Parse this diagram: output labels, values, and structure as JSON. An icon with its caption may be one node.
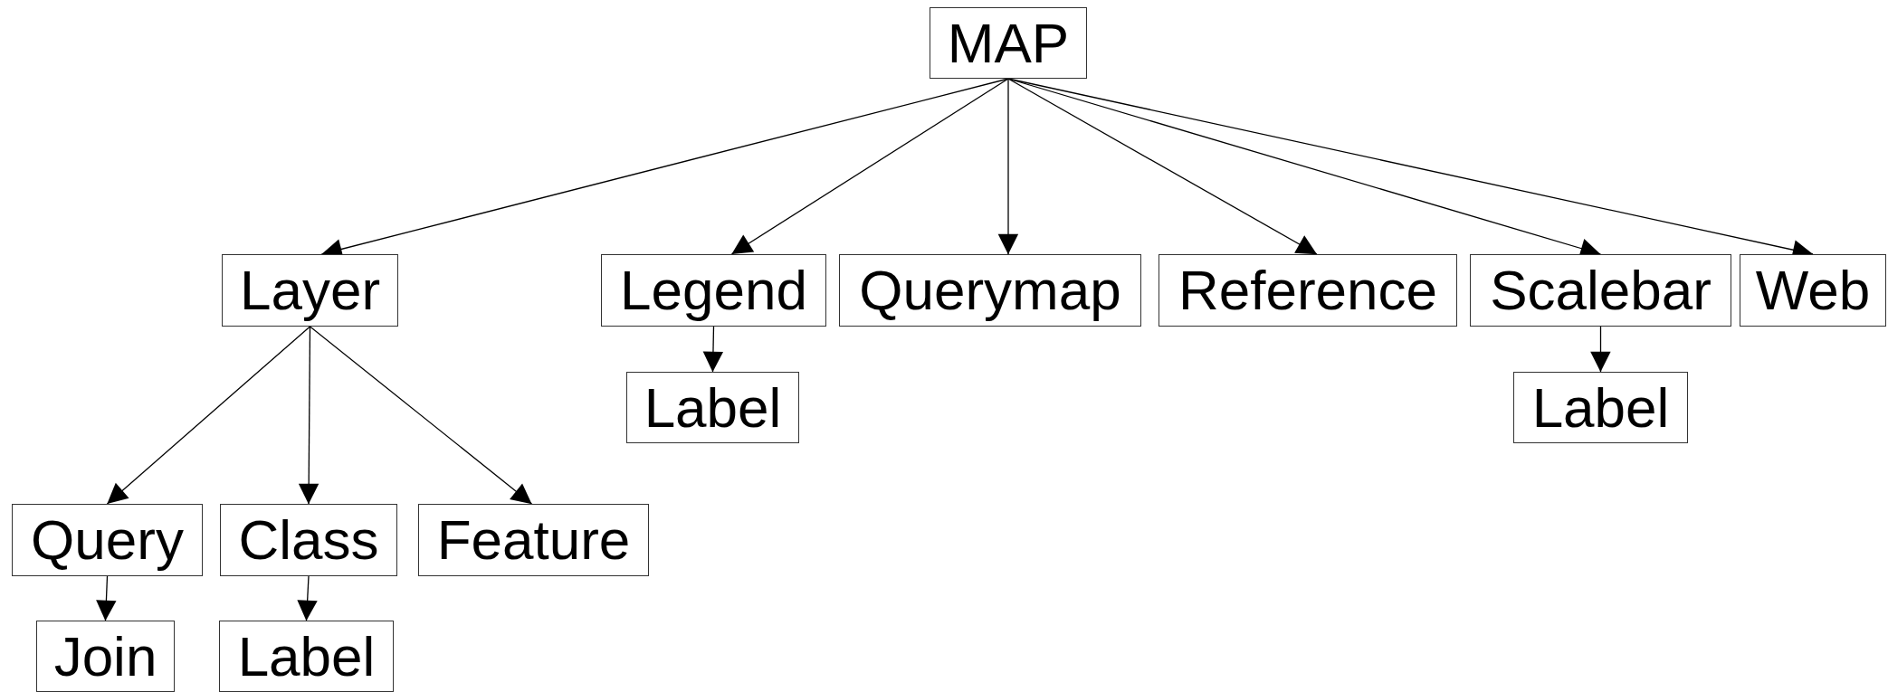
{
  "diagram": {
    "nodes": [
      {
        "text": [
          "MAP"
        ]
      },
      {
        "text": [
          "Layer"
        ]
      },
      {
        "text": [
          "Legend"
        ]
      },
      {
        "text": [
          "Querymap"
        ]
      },
      {
        "text": [
          "Reference"
        ]
      },
      {
        "text": [
          "Scalebar"
        ]
      },
      {
        "text": [
          "Web"
        ]
      },
      {
        "text": [
          "Label"
        ]
      },
      {
        "text": [
          "Label"
        ]
      },
      {
        "text": [
          "Query"
        ]
      },
      {
        "text": [
          "Class"
        ]
      },
      {
        "text": [
          "Feature"
        ]
      },
      {
        "text": [
          "Join"
        ]
      },
      {
        "text": [
          "Label"
        ]
      }
    ],
    "edges": [
      {
        "from": 0,
        "to": 1,
        "arrow": "to"
      },
      {
        "from": 0,
        "to": 2,
        "arrow": "to"
      },
      {
        "from": 0,
        "to": 3,
        "arrow": "to"
      },
      {
        "from": 0,
        "to": 4,
        "arrow": "to"
      },
      {
        "from": 0,
        "to": 5,
        "arrow": "to"
      },
      {
        "from": 0,
        "to": 6,
        "arrow": "to"
      },
      {
        "from": 2,
        "to": 7,
        "arrow": "to"
      },
      {
        "from": 5,
        "to": 8,
        "arrow": "to"
      },
      {
        "from": 1,
        "to": 9,
        "arrow": "to"
      },
      {
        "from": 1,
        "to": 10,
        "arrow": "to"
      },
      {
        "from": 1,
        "to": 11,
        "arrow": "to"
      },
      {
        "from": 9,
        "to": 12,
        "arrow": "to"
      },
      {
        "from": 10,
        "to": 13,
        "arrow": "to"
      }
    ]
  }
}
